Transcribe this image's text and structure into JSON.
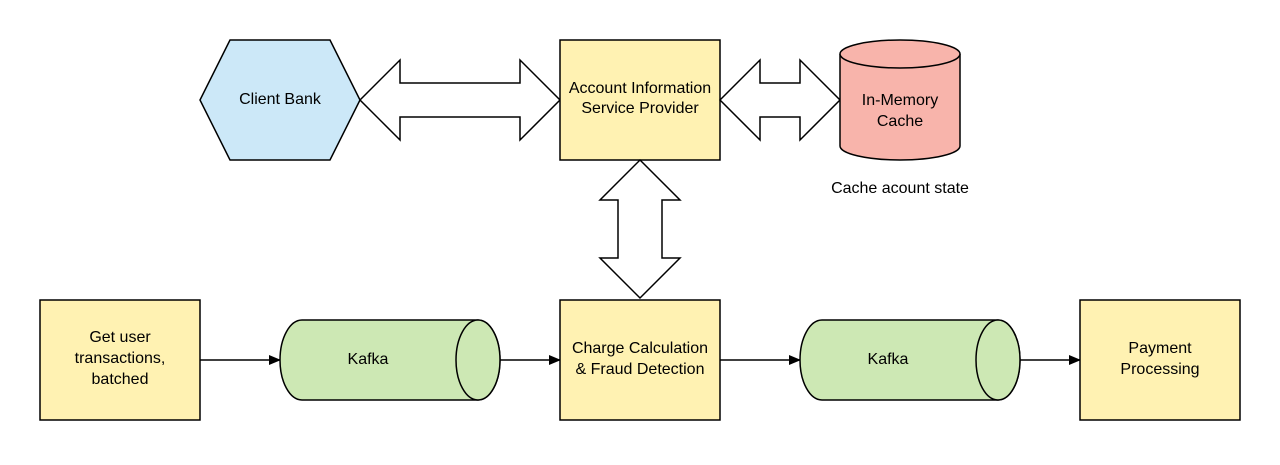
{
  "nodes": {
    "client_bank": {
      "lines": [
        "Client Bank"
      ]
    },
    "aisp": {
      "lines": [
        "Account Information",
        "Service Provider"
      ]
    },
    "cache": {
      "lines": [
        "In-Memory",
        "Cache"
      ]
    },
    "cache_note": "Cache acount state",
    "get_tx": {
      "lines": [
        "Get user",
        "transactions,",
        "batched"
      ]
    },
    "kafka_1": {
      "lines": [
        "Kafka"
      ]
    },
    "charge": {
      "lines": [
        "Charge Calculation",
        "& Fraud Detection"
      ]
    },
    "kafka_2": {
      "lines": [
        "Kafka"
      ]
    },
    "payment": {
      "lines": [
        "Payment",
        "Processing"
      ]
    }
  },
  "colors": {
    "yellow_fill": "#fff2b2",
    "blue_fill": "#cce8f8",
    "red_fill": "#f8b4ab",
    "green_fill": "#cde8b4",
    "stroke": "#000000"
  }
}
